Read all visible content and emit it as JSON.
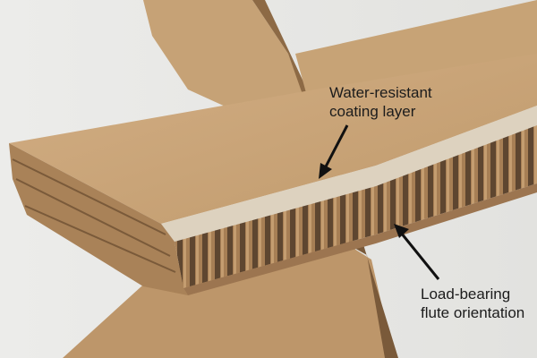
{
  "photo": {
    "colors": {
      "background": "#e9e9e7",
      "kraft_light": "#c9a57a",
      "kraft_mid": "#b88f62",
      "kraft_dark": "#8d6a45",
      "coating_edge": "#ddd2bf",
      "flute_shadow": "#5e4630",
      "arrow": "#111111"
    }
  },
  "annotations": {
    "water_resistant": {
      "line1": "Water-resistant",
      "line2": "coating layer"
    },
    "load_bearing": {
      "line1": "Load-bearing",
      "line2": "flute orientation"
    }
  }
}
